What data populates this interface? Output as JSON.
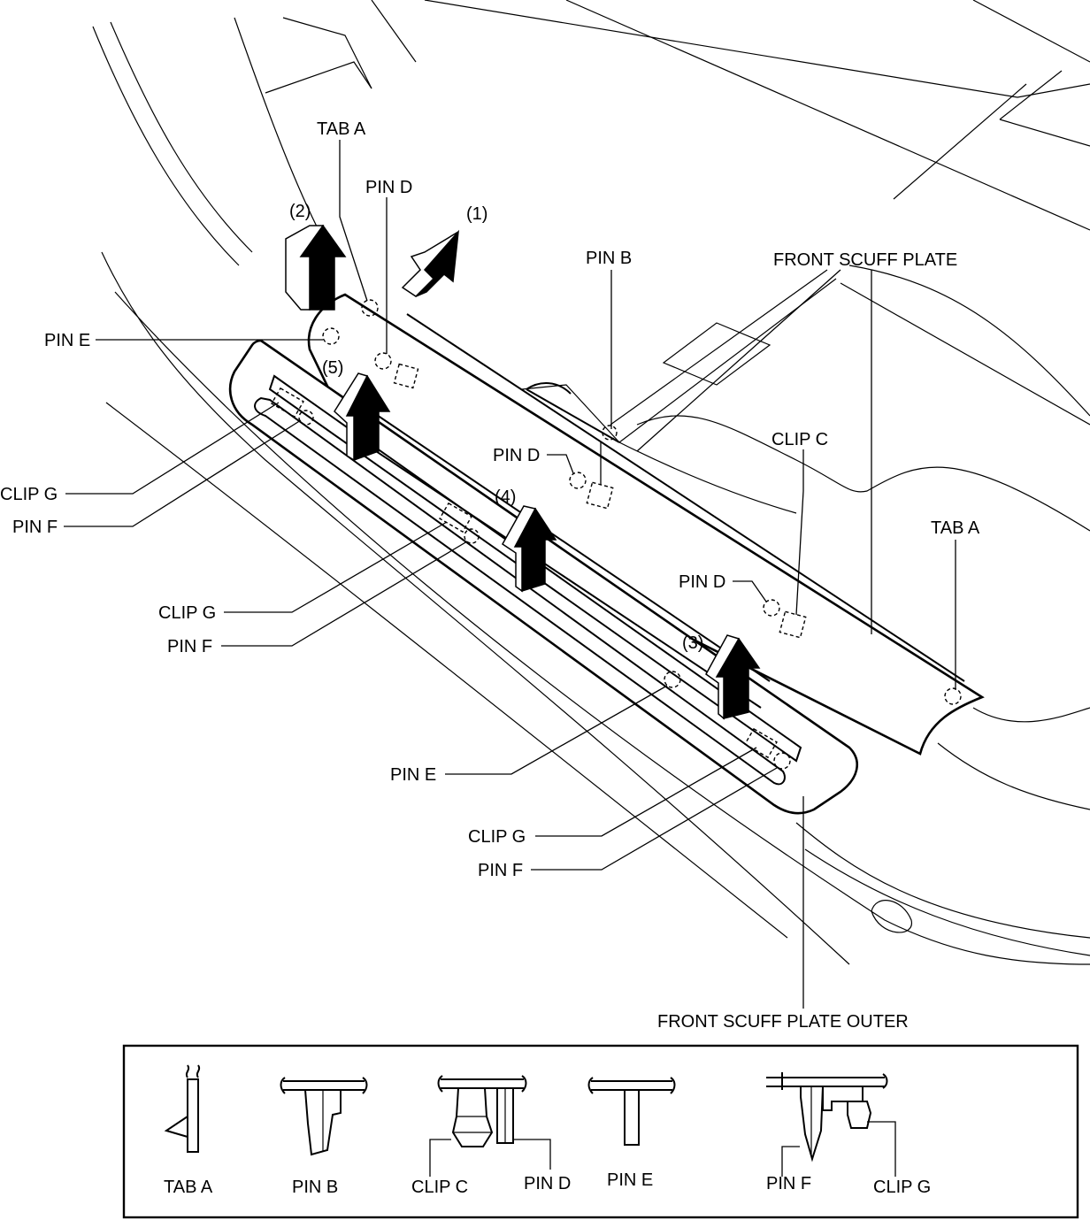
{
  "callouts": {
    "tab_a_top": "TAB A",
    "pin_d_top": "PIN D",
    "step_2": "(2)",
    "step_1": "(1)",
    "pin_b": "PIN B",
    "front_scuff_plate": "FRONT SCUFF PLATE",
    "pin_e_left": "PIN E",
    "step_5": "(5)",
    "clip_c": "CLIP C",
    "pin_d_mid": "PIN D",
    "tab_a_right": "TAB A",
    "clip_g_1": "CLIP G",
    "pin_f_1": "PIN F",
    "step_4": "(4)",
    "pin_d_low": "PIN D",
    "clip_g_2": "CLIP G",
    "pin_f_2": "PIN F",
    "step_3": "(3)",
    "pin_e_bottom": "PIN E",
    "clip_g_3": "CLIP G",
    "pin_f_3": "PIN F",
    "front_scuff_plate_outer": "FRONT SCUFF PLATE OUTER"
  },
  "legend": {
    "tab_a": "TAB A",
    "pin_b": "PIN B",
    "clip_c": "CLIP C",
    "pin_d": "PIN D",
    "pin_e": "PIN E",
    "pin_f": "PIN F",
    "clip_g": "CLIP G"
  }
}
